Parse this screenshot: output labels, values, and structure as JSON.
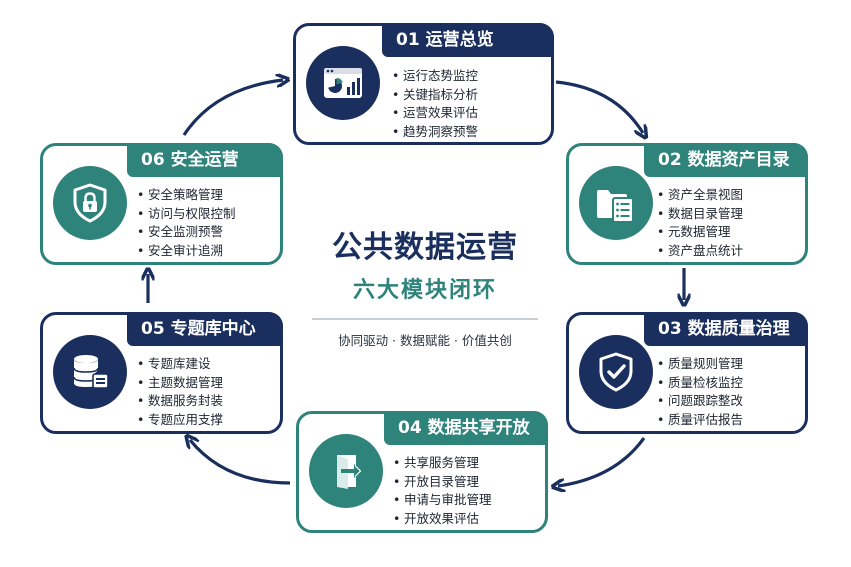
{
  "center": {
    "title": "公共数据运营",
    "subtitle": "六大模块闭环",
    "slogan": "协同驱动 · 数据赋能 · 价值共创"
  },
  "modules": [
    {
      "title": "01  运营总览",
      "theme": "navy",
      "icon": "dashboard-icon",
      "items": [
        "运行态势监控",
        "关键指标分析",
        "运营效果评估",
        "趋势洞察预警"
      ]
    },
    {
      "title": "02 数据资产目录",
      "theme": "teal",
      "icon": "folder-document-icon",
      "items": [
        "资产全景视图",
        "数据目录管理",
        "元数据管理",
        "资产盘点统计"
      ]
    },
    {
      "title": "03 数据质量治理",
      "theme": "navy",
      "icon": "shield-check-icon",
      "items": [
        "质量规则管理",
        "质量检核监控",
        "问题跟踪整改",
        "质量评估报告"
      ]
    },
    {
      "title": "04 数据共享开放",
      "theme": "teal",
      "icon": "exit-door-icon",
      "items": [
        "共享服务管理",
        "开放目录管理",
        "申请与审批管理",
        "开放效果评估"
      ]
    },
    {
      "title": "05 专题库中心",
      "theme": "navy",
      "icon": "database-icon",
      "items": [
        "专题库建设",
        "主题数据管理",
        "数据服务封装",
        "专题应用支撑"
      ]
    },
    {
      "title": "06  安全运营",
      "theme": "teal",
      "icon": "shield-lock-icon",
      "items": [
        "安全策略管理",
        "访问与权限控制",
        "安全监测预警",
        "安全审计追溯"
      ]
    }
  ],
  "colors": {
    "navy": "#1a2f5e",
    "teal": "#2e837a",
    "text": "#1e2430"
  }
}
